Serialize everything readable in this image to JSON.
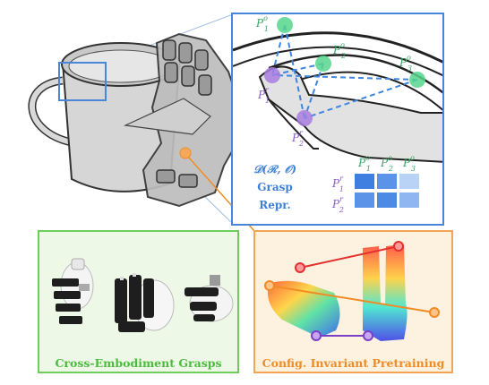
{
  "zoom_panel": {
    "object_points": [
      {
        "base": "P",
        "sup": "o",
        "sub": "1"
      },
      {
        "base": "P",
        "sup": "o",
        "sub": "2"
      },
      {
        "base": "P",
        "sup": "o",
        "sub": "3"
      }
    ],
    "robot_points": [
      {
        "base": "P",
        "sup": "r",
        "sub": "1"
      },
      {
        "base": "P",
        "sup": "r",
        "sub": "2"
      }
    ],
    "repr_formula": "𝒟(ℛ, 𝒪)",
    "repr_line1": "Grasp",
    "repr_line2": "Repr.",
    "matrix_col_labels": [
      {
        "base": "P",
        "sup": "o",
        "sub": "1"
      },
      {
        "base": "P",
        "sup": "o",
        "sub": "2"
      },
      {
        "base": "P",
        "sup": "o",
        "sub": "3"
      }
    ],
    "matrix_row_labels": [
      {
        "base": "P",
        "sup": "r",
        "sub": "1"
      },
      {
        "base": "P",
        "sup": "r",
        "sub": "2"
      }
    ],
    "matrix_colors": [
      [
        "#3f7fe0",
        "#5b93e8",
        "#b9d3f6"
      ],
      [
        "#5b93e8",
        "#4c8ae4",
        "#8fb6f0"
      ]
    ]
  },
  "green_panel": {
    "caption": "Cross-Embodiment Grasps"
  },
  "orange_panel": {
    "caption": "Config. Invariant Pretraining"
  },
  "colors": {
    "blue": "#4a86d8",
    "green": "#4bbd3c",
    "orange": "#f08c25",
    "purple": "#9b6fd1"
  }
}
